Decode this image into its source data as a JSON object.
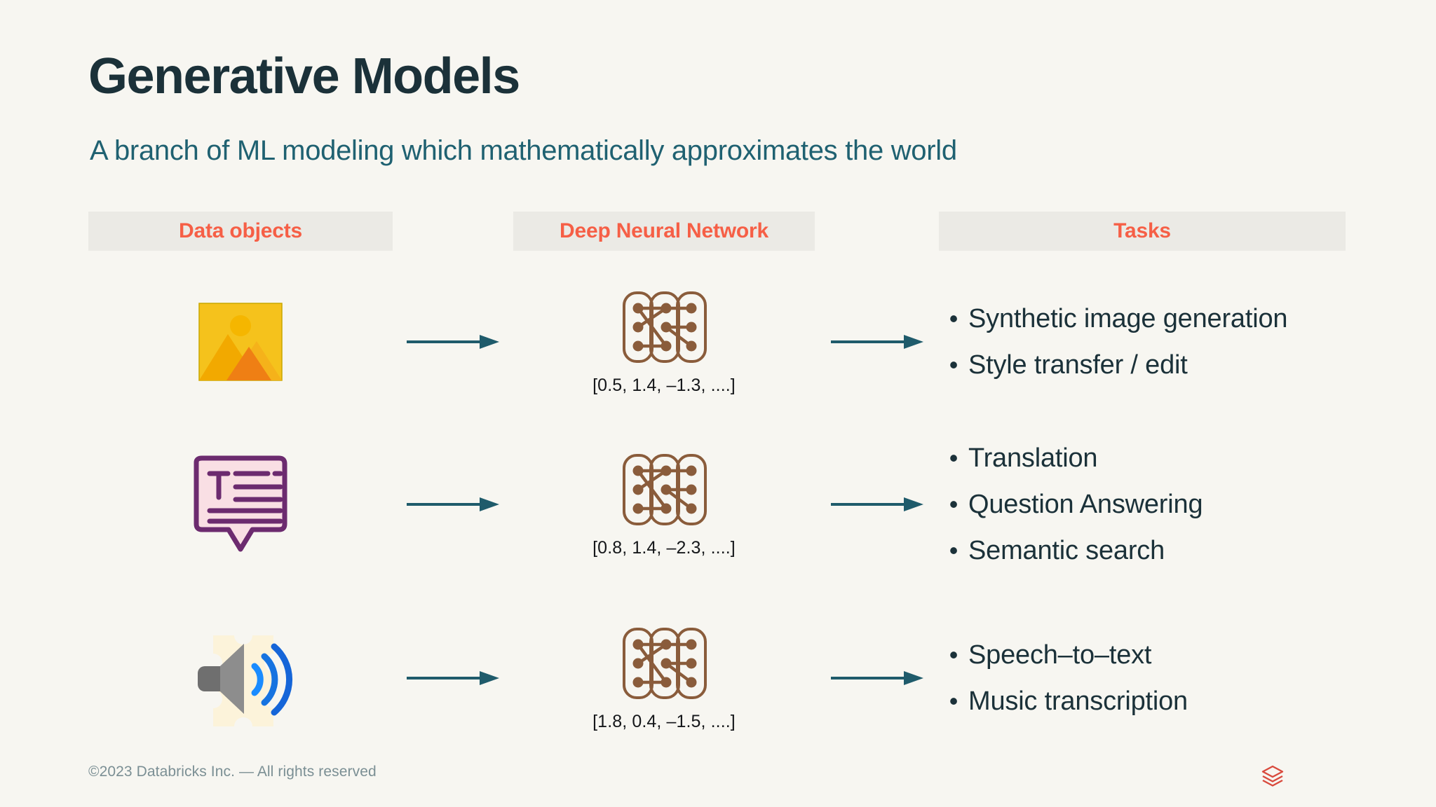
{
  "slide": {
    "title": "Generative Models",
    "subtitle": "A branch of ML modeling which mathematically approximates the world"
  },
  "columns": {
    "data_objects": "Data objects",
    "deep_neural_network": "Deep Neural Network",
    "tasks": "Tasks"
  },
  "rows": [
    {
      "icon": "image-icon",
      "icon_label": "image",
      "vector": "[0.5, 1.4, –1.3, ....]",
      "tasks": [
        "Synthetic image generation",
        "Style transfer / edit"
      ]
    },
    {
      "icon": "text-bubble-icon",
      "icon_label": "text",
      "vector": "[0.8, 1.4, –2.3, ....]",
      "tasks": [
        "Translation",
        "Question Answering",
        "Semantic search"
      ]
    },
    {
      "icon": "audio-speaker-icon",
      "icon_label": "audio",
      "vector": "[1.8, 0.4, –1.5, ....]",
      "tasks": [
        "Speech–to–text",
        "Music transcription"
      ]
    }
  ],
  "bullet_glyph": "•",
  "footer": {
    "copyright": "©2023 Databricks Inc. — All rights reserved",
    "logo": "databricks-logo"
  },
  "colors": {
    "background": "#f7f6f1",
    "title": "#1b3139",
    "subtitle": "#1f6171",
    "header_band": "#ebeae5",
    "header_text": "#f65f46",
    "arrow": "#1f5b6b",
    "network_icon": "#8a5c3b",
    "vector_text": "#15171a",
    "task_text": "#1b3139",
    "footer_text": "#7b8f94",
    "logo": "#d94a3d"
  }
}
